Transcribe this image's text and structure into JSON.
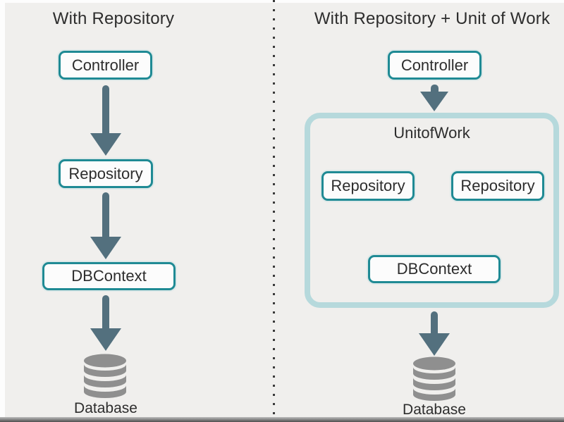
{
  "diagram": {
    "left": {
      "title": "With Repository",
      "nodes": {
        "controller": "Controller",
        "repository": "Repository",
        "dbcontext": "DBContext"
      },
      "database_label": "Database"
    },
    "right": {
      "title": "With Repository + Unit of Work",
      "container_label": "UnitofWork",
      "nodes": {
        "controller": "Controller",
        "repository_1": "Repository",
        "repository_2": "Repository",
        "dbcontext": "DBContext"
      },
      "database_label": "Database"
    },
    "icons": {
      "database": "database-cylinder-icon",
      "arrow": "down-arrow-icon"
    },
    "colors": {
      "box_border": "#1f8a94",
      "arrow": "#53707e",
      "container_border": "#b6d9dc",
      "database_icon": "#8f8f8f",
      "text": "#2d2d2d",
      "background": "#f0efed"
    }
  }
}
